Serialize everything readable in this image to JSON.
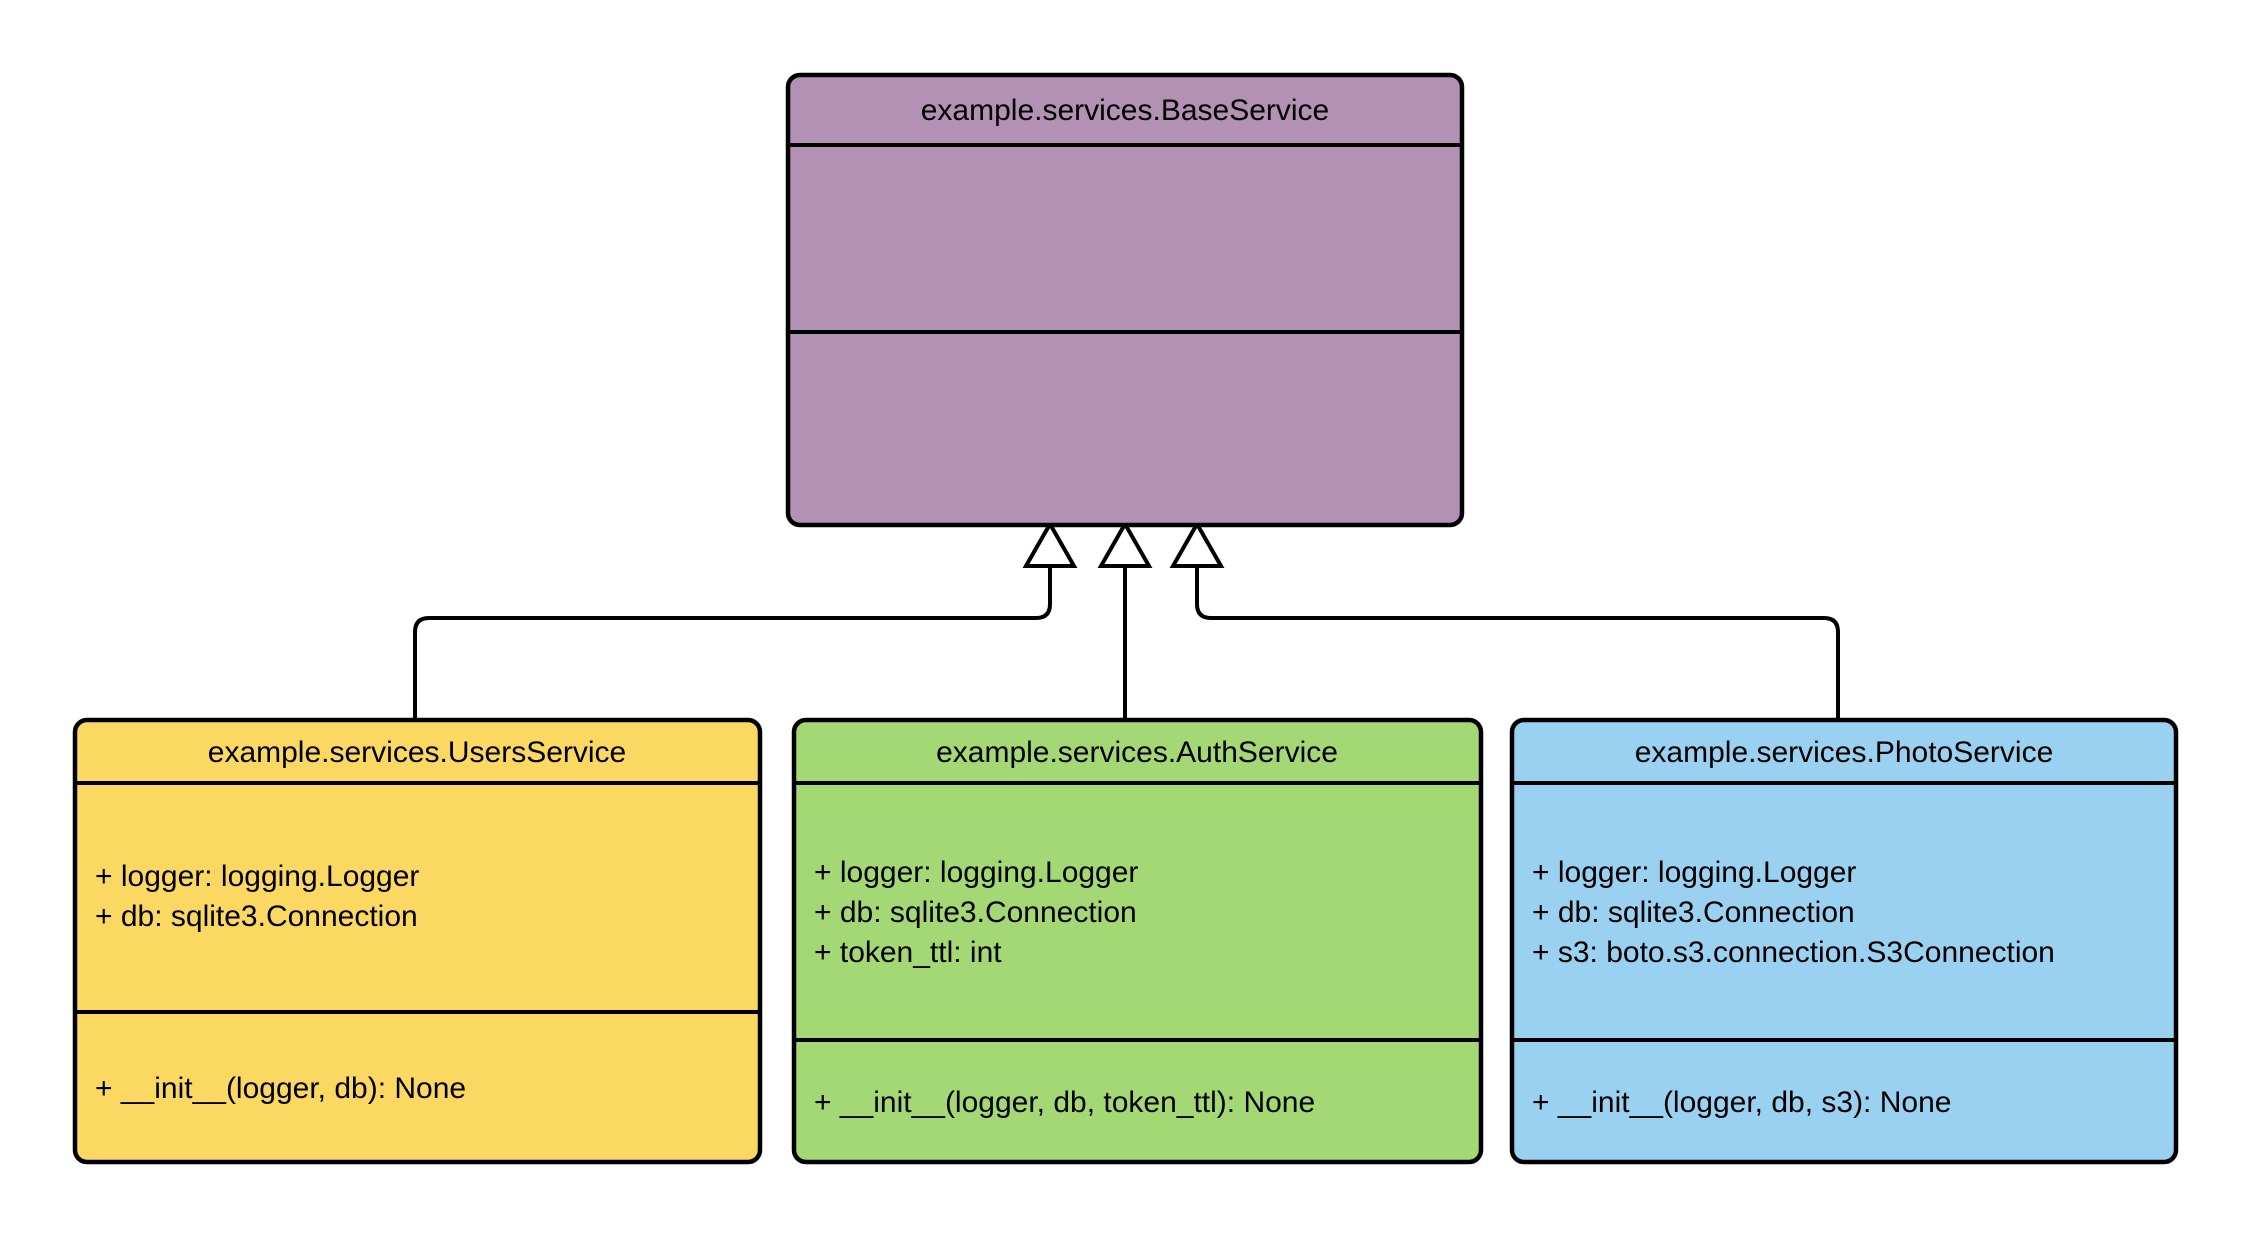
{
  "diagram_type": "uml-class-diagram",
  "canvas": {
    "background": "#ffffff",
    "line_color": "#000000",
    "text_color": "#000000",
    "arrowhead_fill": "#ffffff"
  },
  "classes": [
    {
      "name": "example.services.BaseService",
      "fill": "#b291b4",
      "attributes": [],
      "methods": []
    },
    {
      "name": "example.services.UsersService",
      "fill": "#fbd862",
      "attributes": [
        "+ logger: logging.Logger",
        "+ db: sqlite3.Connection"
      ],
      "methods": [
        "+ __init__(logger, db): None"
      ]
    },
    {
      "name": "example.services.AuthService",
      "fill": "#a3d875",
      "attributes": [
        "+ logger: logging.Logger",
        "+ db: sqlite3.Connection",
        "+ token_ttl: int"
      ],
      "methods": [
        "+ __init__(logger, db, token_ttl): None"
      ]
    },
    {
      "name": "example.services.PhotoService",
      "fill": "#9ad1f0",
      "attributes": [
        "+ logger: logging.Logger",
        "+ db: sqlite3.Connection",
        "+ s3: boto.s3.connection.S3Connection"
      ],
      "methods": [
        "+ __init__(logger, db, s3): None"
      ]
    }
  ],
  "relations": [
    {
      "type": "inheritance",
      "arrowhead": "hollow-triangle",
      "from": "example.services.UsersService",
      "to": "example.services.BaseService"
    },
    {
      "type": "inheritance",
      "arrowhead": "hollow-triangle",
      "from": "example.services.AuthService",
      "to": "example.services.BaseService"
    },
    {
      "type": "inheritance",
      "arrowhead": "hollow-triangle",
      "from": "example.services.PhotoService",
      "to": "example.services.BaseService"
    }
  ]
}
